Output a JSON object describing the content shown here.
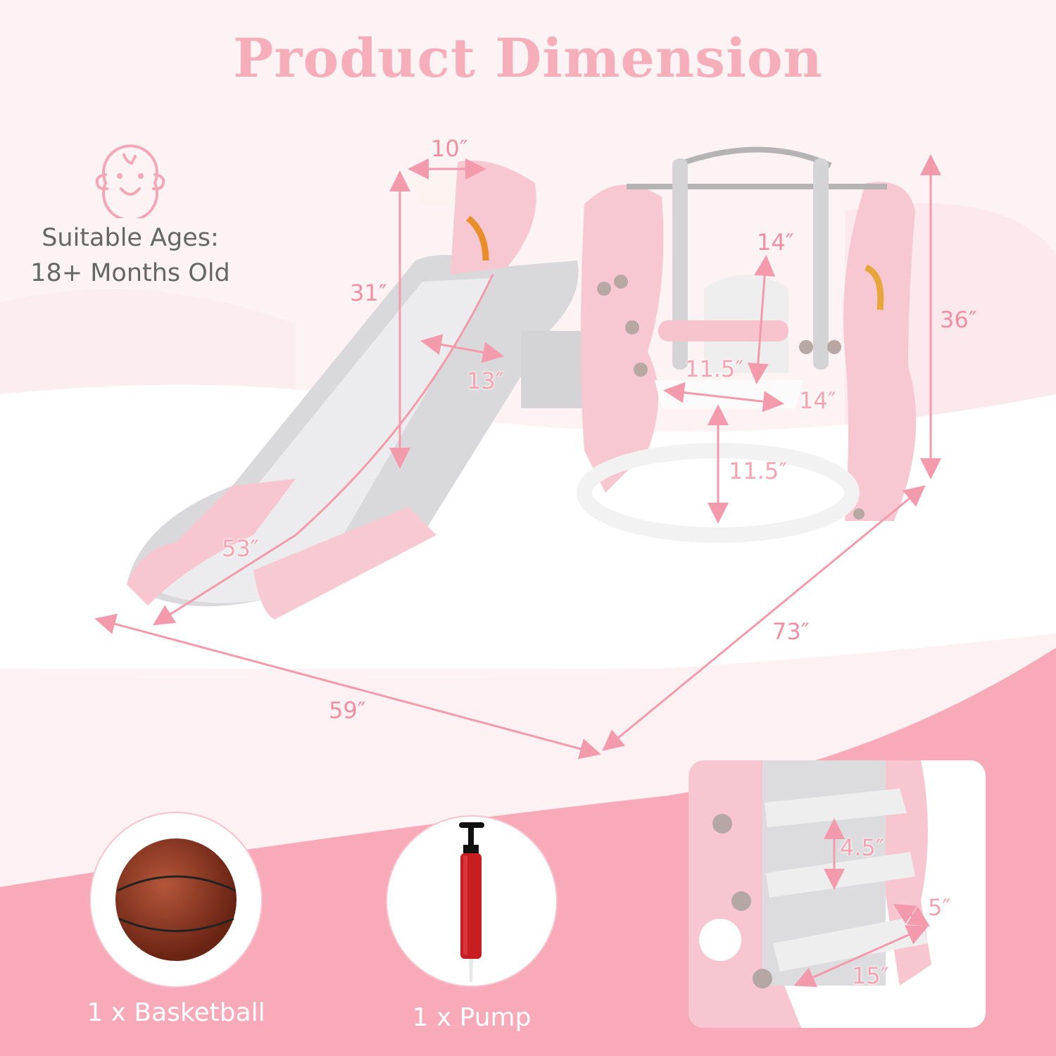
{
  "title": "Product Dimension",
  "age_info": {
    "icon": "baby-face-icon",
    "line1": "Suitable Ages:",
    "line2": "18+ Months Old"
  },
  "dimensions": {
    "basket_width": "10″",
    "slide_height": "31″",
    "slide_width": "13″",
    "slide_length": "53″",
    "total_depth": "59″",
    "total_length": "73″",
    "total_height": "36″",
    "seat_back_height": "14″",
    "seat_depth": "11.5″",
    "seat_width": "14″",
    "seat_ground_clearance": "11.5″"
  },
  "ladder_detail": {
    "step_spacing": "4.5″",
    "step_depth": "5″",
    "step_width": "15″"
  },
  "accessories": [
    {
      "label": "1 x Basketball",
      "icon": "basketball-icon"
    },
    {
      "label": "1 x Pump",
      "icon": "pump-icon"
    }
  ],
  "colors": {
    "title_pink": "#f6aebb",
    "dimension_pink": "#f08fa2",
    "bottom_band": "#f9aab8",
    "background": "#fdf3f5",
    "text_gray": "#666666"
  }
}
